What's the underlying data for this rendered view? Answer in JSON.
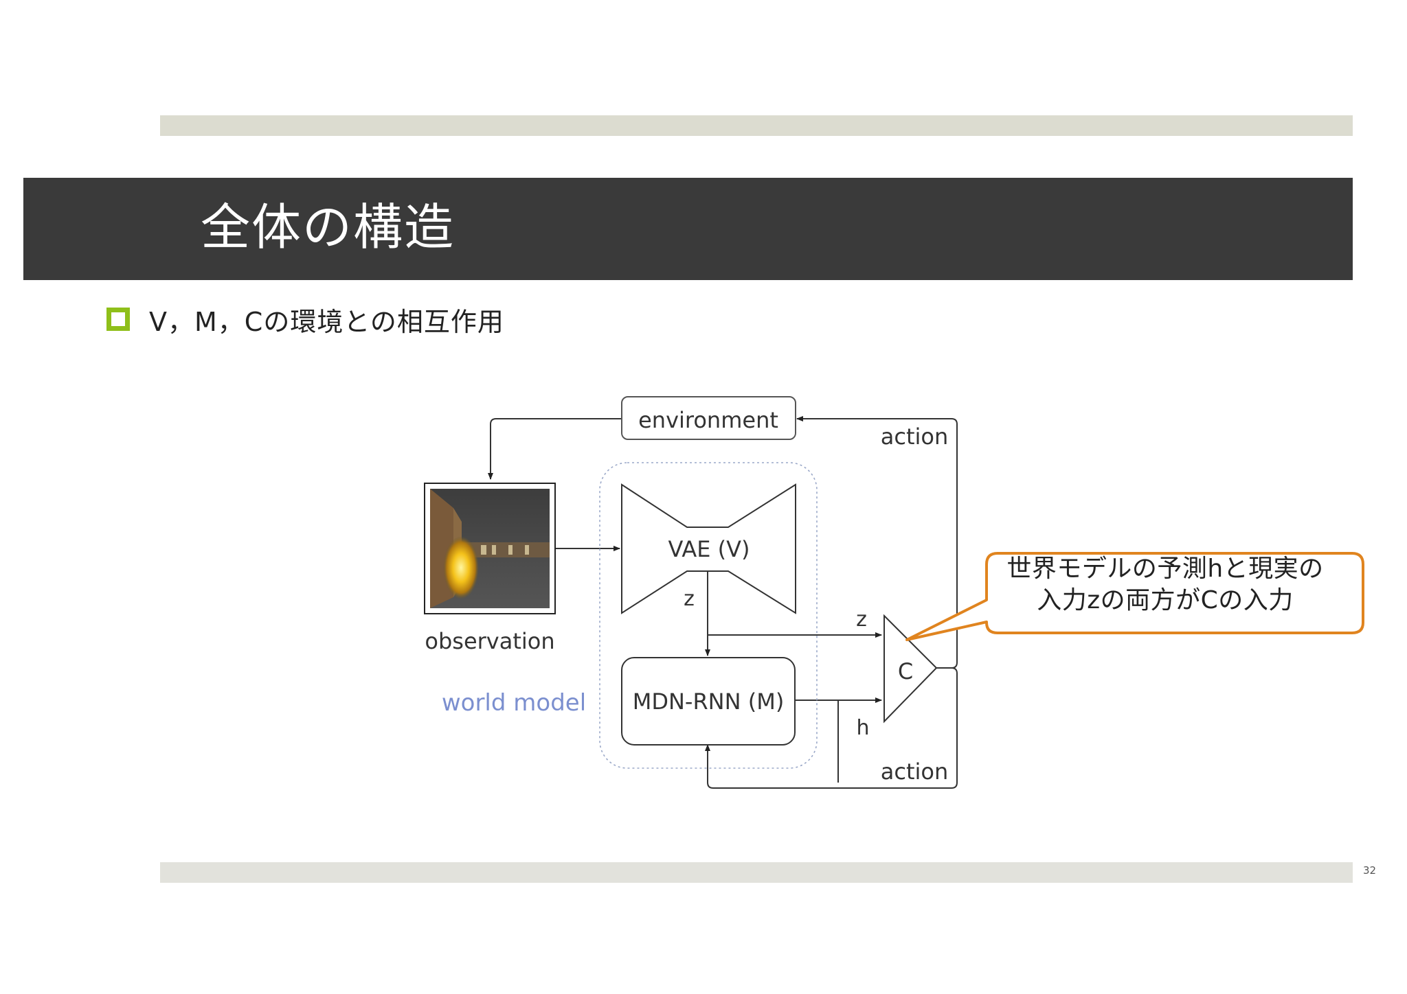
{
  "slide": {
    "title": "全体の構造",
    "bullet": "V，M，Cの環境との相互作用",
    "page_number": "32"
  },
  "diagram": {
    "nodes": {
      "environment": "environment",
      "observation": "observation",
      "vae": "VAE (V)",
      "mdn_rnn": "MDN-RNN (M)",
      "controller": "C",
      "world_model": "world model"
    },
    "edge_labels": {
      "z_from_vae": "z",
      "z_to_c": "z",
      "h_to_c": "h",
      "action_top": "action",
      "action_bottom": "action"
    },
    "callout": {
      "line1": "世界モデルの予測hと現実の",
      "line2": "入力zの両方がCの入力"
    }
  },
  "colors": {
    "title_bar": "#3a3a3a",
    "bands": "#dcdcd0",
    "bullet_marker": "#8fbf1a",
    "callout_border": "#e0841f",
    "world_model_label": "#7b8fcf",
    "world_model_border": "#9aa8c8"
  }
}
